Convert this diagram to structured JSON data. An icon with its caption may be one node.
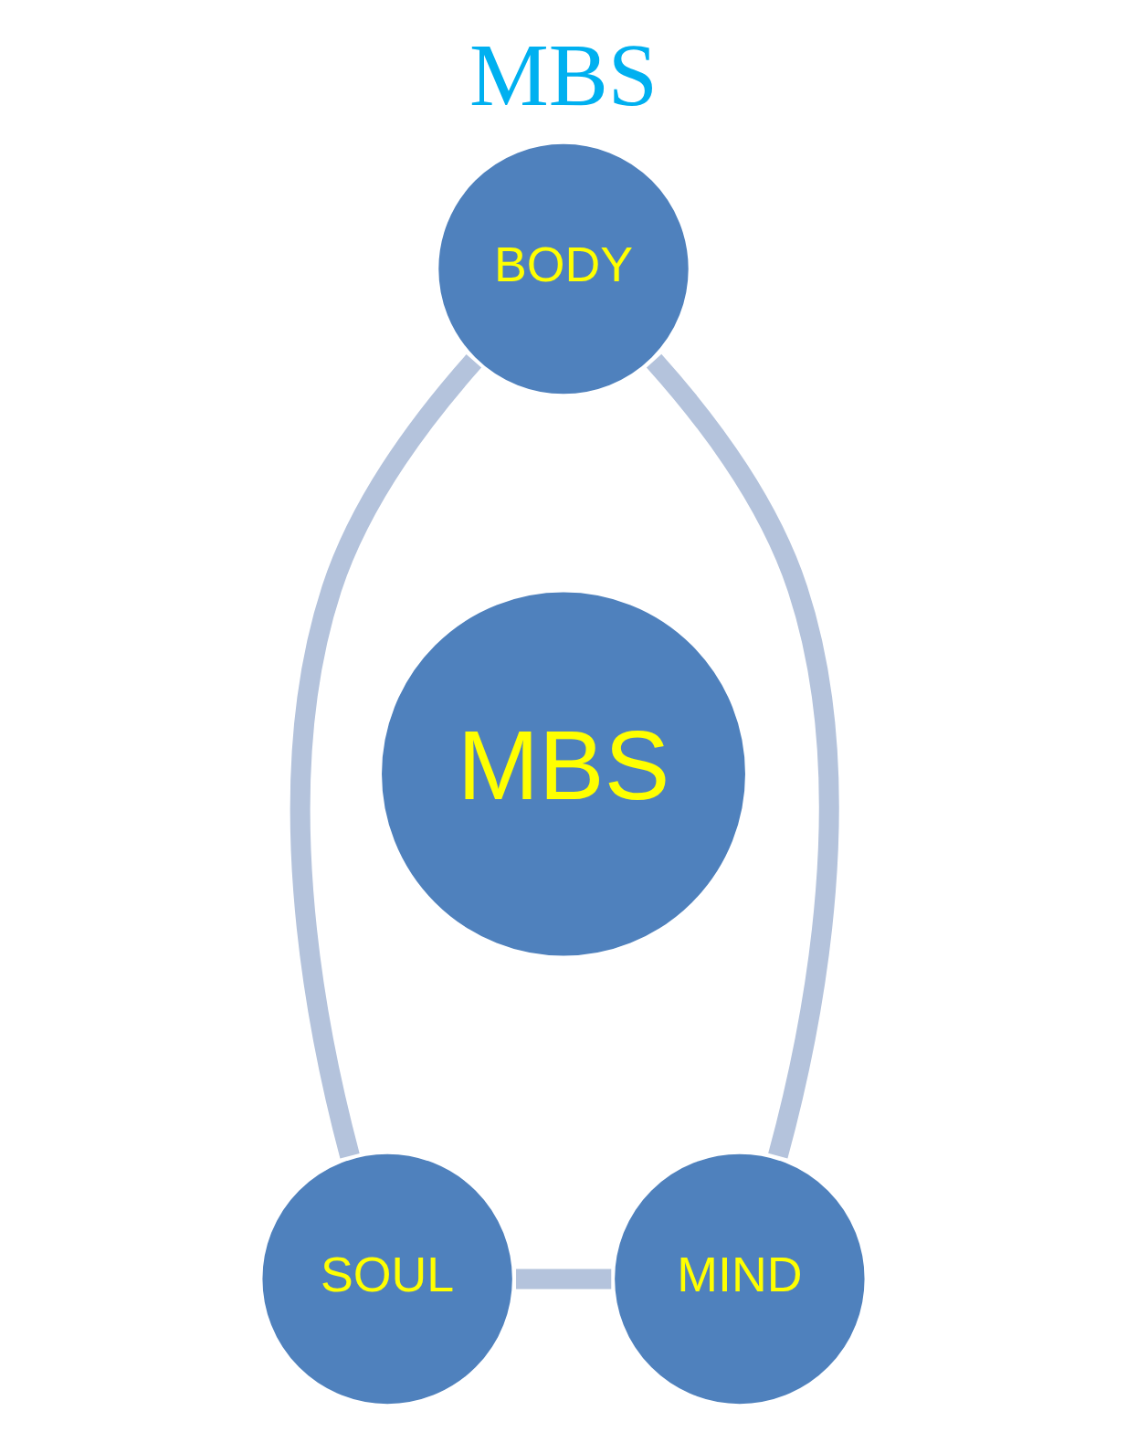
{
  "diagram": {
    "title": "MBS",
    "nodes": [
      {
        "text": [
          "BODY"
        ]
      },
      {
        "text": [
          "MBS"
        ]
      },
      {
        "text": [
          "MIND"
        ]
      },
      {
        "text": [
          "SOUL"
        ]
      }
    ],
    "edges": [
      {
        "from": 0,
        "to": 3,
        "arrow": "none"
      },
      {
        "from": 3,
        "to": 2,
        "arrow": "none"
      },
      {
        "from": 2,
        "to": 0,
        "arrow": "none"
      }
    ]
  }
}
